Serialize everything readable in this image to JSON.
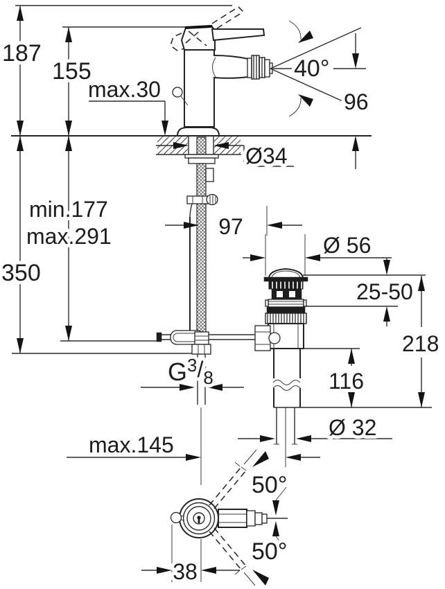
{
  "drawing": {
    "kind": "technical-dimension-drawing",
    "views": [
      "side-elevation-with-waste",
      "top-plan"
    ],
    "line_color": "#222222",
    "background": "#ffffff"
  },
  "dimensions": {
    "overall_height": "187",
    "body_height": "155",
    "deck_max_thickness": "max.30",
    "spray_angle": "40°",
    "spout_height": "96",
    "hole_diameter": "Ø34",
    "hose_min": "min.177",
    "hose_max": "max.291",
    "hose_length": "350",
    "spout_to_waste": "97",
    "waste_flange_diameter": "Ø 56",
    "mounting_range": "25-50",
    "waste_height": "218",
    "waste_lower_height": "116",
    "thread": {
      "g": "G",
      "numerator": "3",
      "slash": "/",
      "denominator": "8"
    },
    "tailpipe_diameter": "Ø 32",
    "max_reach": "max.145",
    "swivel_upper": "50°",
    "swivel_lower": "50°",
    "knob_offset": "38"
  }
}
